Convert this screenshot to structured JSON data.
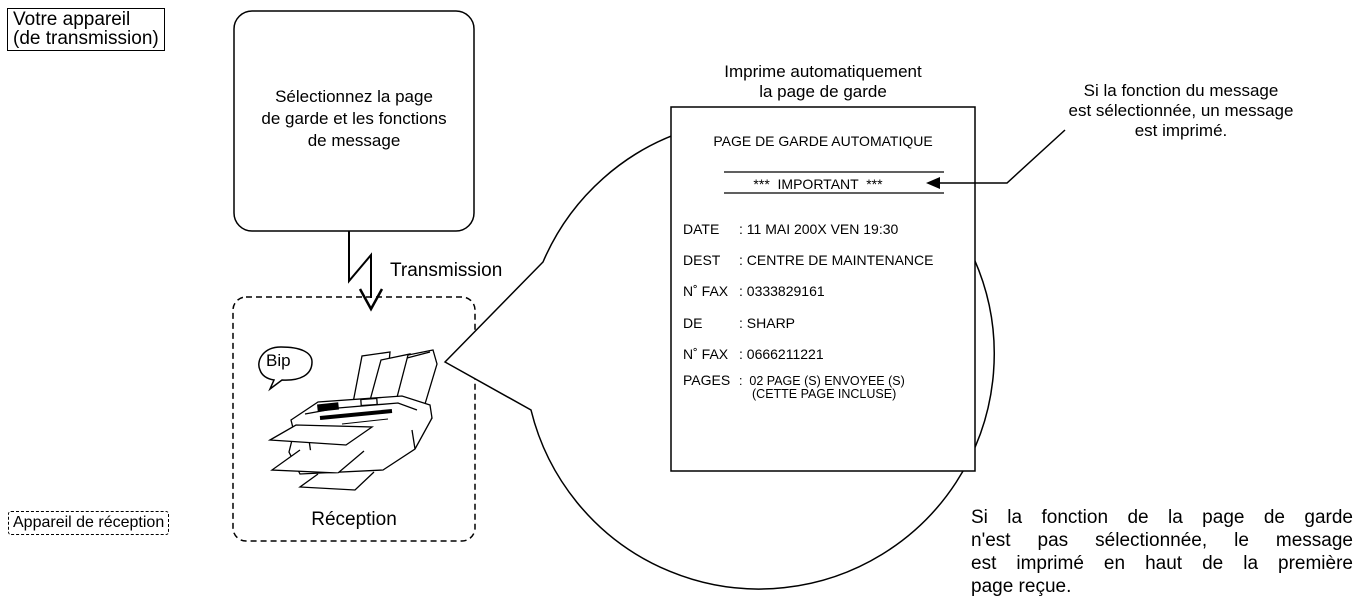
{
  "sender_label": [
    "Votre appareil",
    "(de transmission)"
  ],
  "sender_box_text": [
    "Sélectionnez la page",
    "de garde et les fonctions",
    "de message"
  ],
  "transmission_label": "Transmission",
  "bip_label": "Bip",
  "reception_label": "Réception",
  "receiver_label": "Appareil de réception",
  "auto_print_caption": [
    "Imprime automatiquement",
    "la page de garde"
  ],
  "cover_page": {
    "title": "PAGE DE GARDE AUTOMATIQUE",
    "message": "***  IMPORTANT  ***",
    "fields": [
      {
        "key": "DATE",
        "value": ": 11 MAI 200X VEN 19:30"
      },
      {
        "key": "DEST",
        "value": ": CENTRE DE MAINTENANCE"
      },
      {
        "key": "N˚ FAX",
        "value": ": 0333829161"
      },
      {
        "key": "DE",
        "value": ": SHARP"
      },
      {
        "key": "N˚ FAX",
        "value": ": 0666211221"
      }
    ],
    "pages_key": "PAGES",
    "pages_value": [
      ":  02 PAGE (S) ENVOYEE (S)",
      "(CETTE PAGE INCLUSE)"
    ]
  },
  "message_note": [
    "Si la fonction du message",
    "est sélectionnée, un message",
    "est imprimé."
  ],
  "bottom_note": [
    "Si la fonction de la page de garde",
    "n'est pas sélectionnée, le message",
    "est imprimé en haut de la première",
    "page reçue."
  ]
}
